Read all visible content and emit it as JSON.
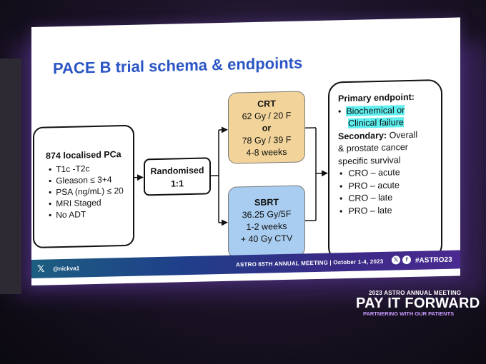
{
  "slide": {
    "title": "PACE B trial schema & endpoints",
    "population": {
      "heading": "874 localised PCa",
      "items": [
        "T1c -T2c",
        "Gleason ≤ 3+4",
        "PSA (ng/mL) ≤ 20",
        "MRI Staged",
        "No ADT"
      ]
    },
    "randomisation": {
      "line1": "Randomised",
      "line2": "1:1"
    },
    "crt": {
      "title": "CRT",
      "line1": "62 Gy / 20 F",
      "or": "or",
      "line2": "78 Gy / 39 F",
      "line3": "4-8 weeks",
      "color": "#f2d49a"
    },
    "sbrt": {
      "title": "SBRT",
      "line1": "36.25 Gy/5F",
      "line2": "1-2 weeks",
      "line3": "+ 40 Gy CTV",
      "color": "#a9cdf0"
    },
    "endpoints": {
      "primary_label": "Primary endpoint:",
      "primary_item_1": "Biochemical or",
      "primary_item_2": "Clinical failure",
      "secondary_label": "Secondary:",
      "secondary_text_1": "Overall",
      "secondary_text_2": "& prostate cancer",
      "secondary_text_3": "specific survival",
      "secondary_items": [
        "CRO – acute",
        "PRO – acute",
        "CRO – late",
        "PRO – late"
      ],
      "highlight_color": "#5ff0f0"
    },
    "footer": {
      "handle": "@nickva1",
      "meeting": "ASTRO 65TH ANNUAL MEETING  |  October 1-4, 2023",
      "hashtag": "#ASTRO23"
    }
  },
  "branding": {
    "year_line": "2023 ASTRO ANNUAL MEETING",
    "tagline": "PAY IT FORWARD",
    "subline": "PARTNERING WITH OUR PATIENTS"
  },
  "colors": {
    "title": "#2a55c4",
    "room": "#1c1428"
  }
}
